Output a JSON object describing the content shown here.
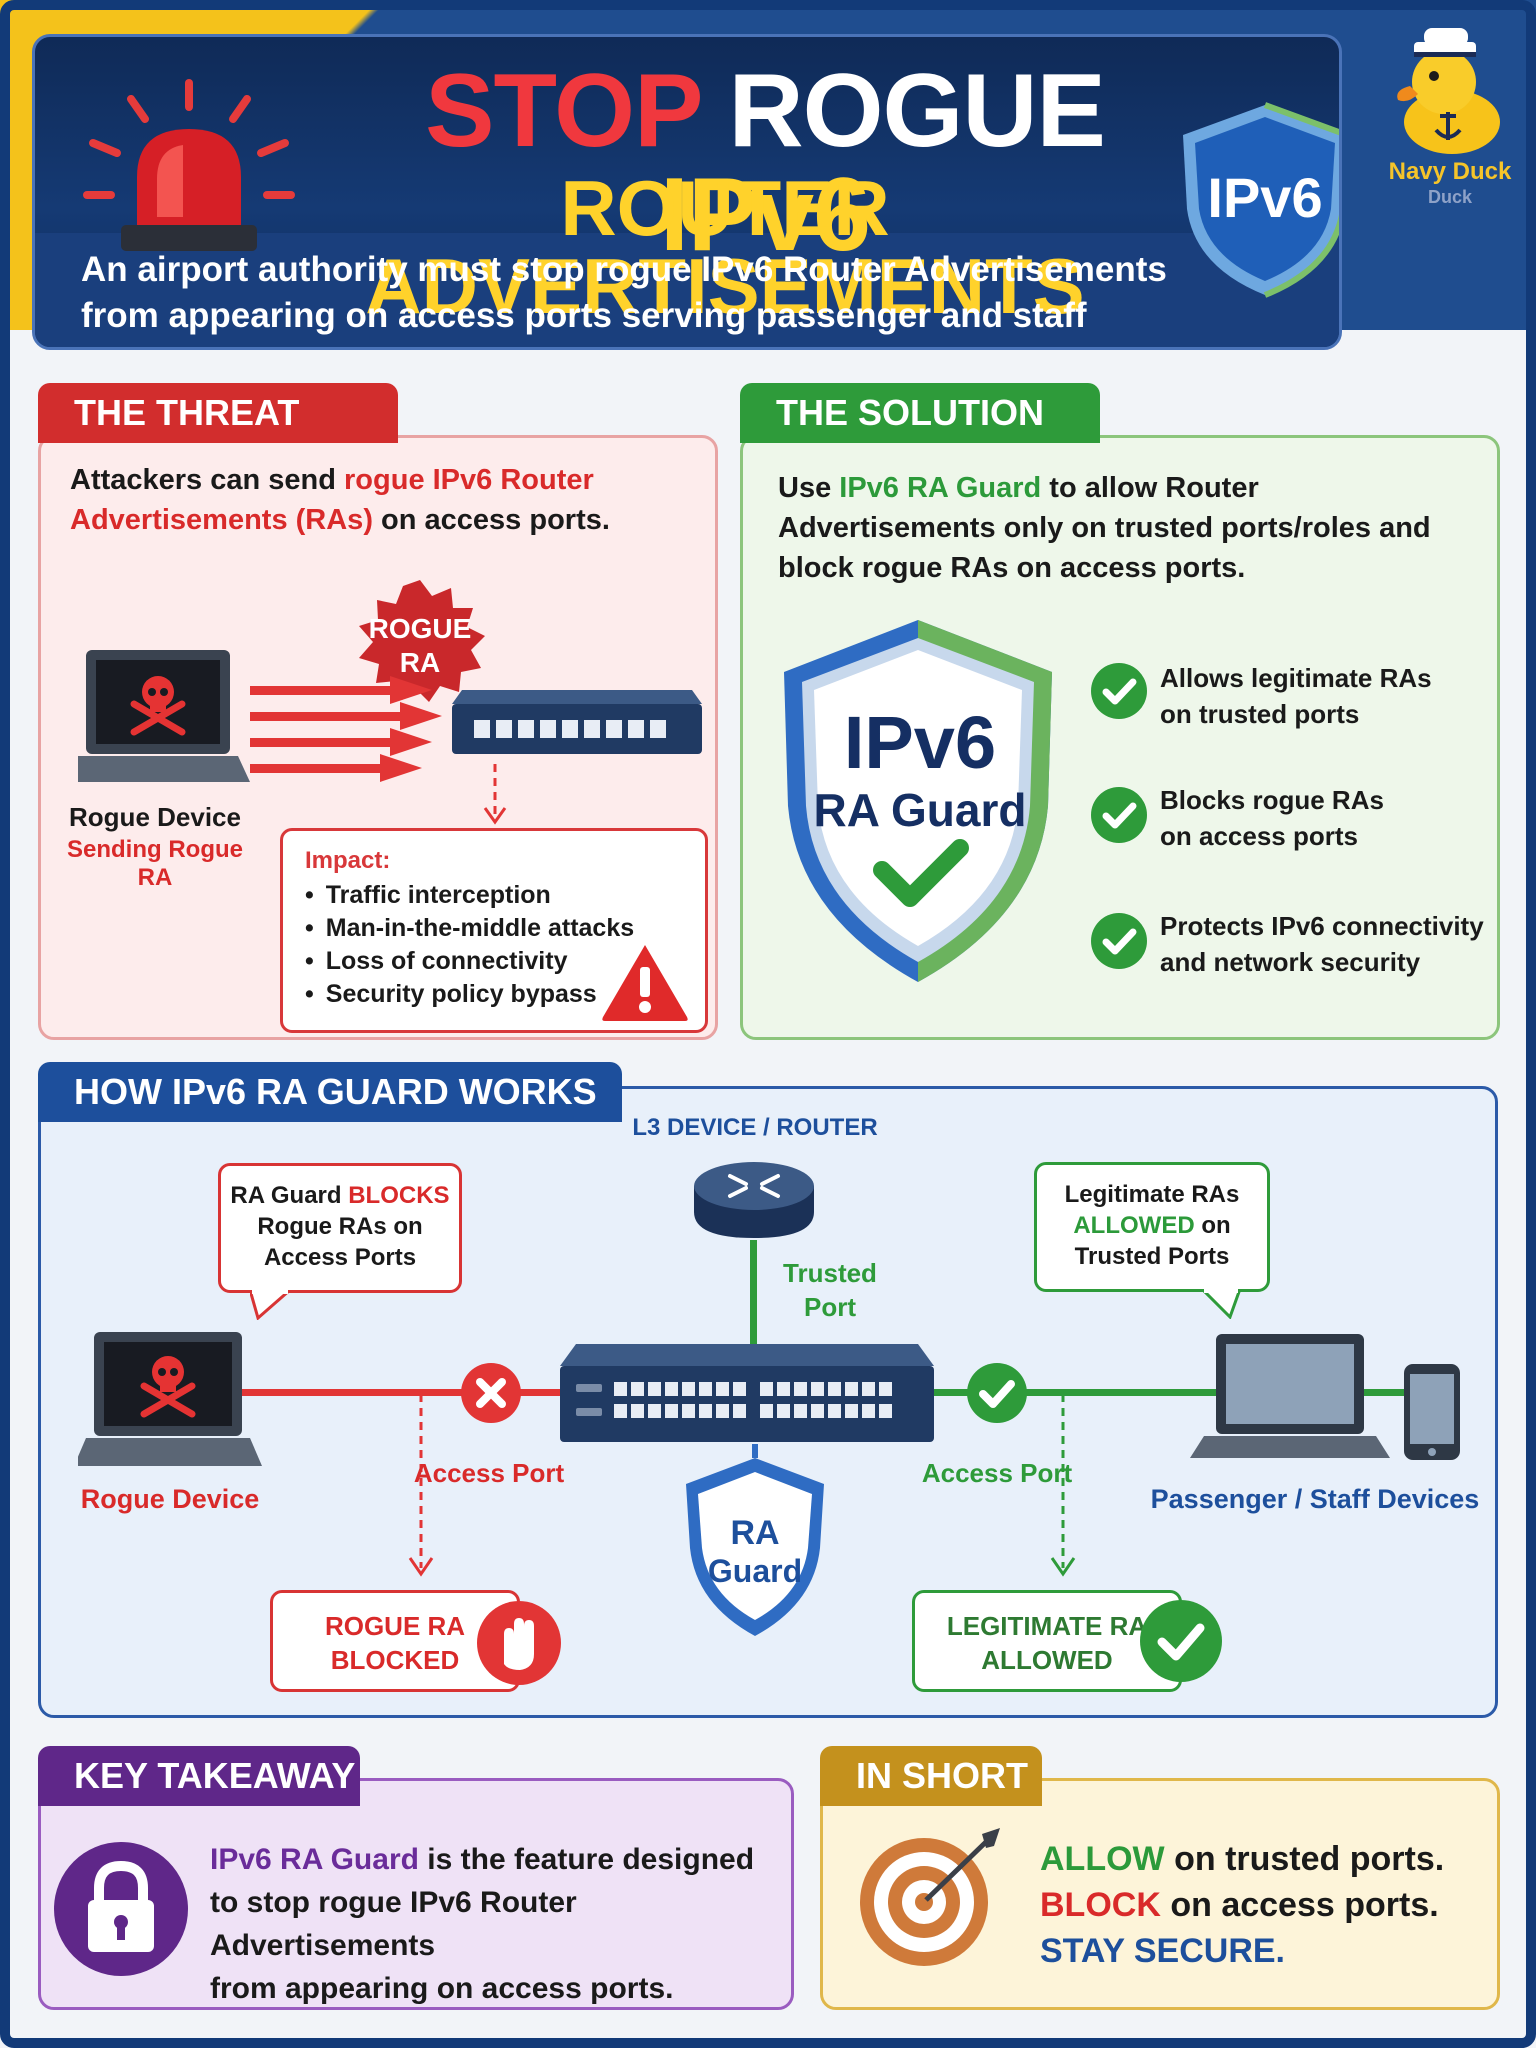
{
  "header": {
    "title_stop": "STOP",
    "title_rogue": "ROGUE",
    "title_ipv6": "IPv6",
    "title_line2": "ROUTER ADVERTISEMENTS",
    "subtitle_line1": "An airport authority must stop rogue IPv6 Router Advertisements",
    "subtitle_line2": "from appearing on access ports serving passenger and staff devices.",
    "shield_label": "IPv6"
  },
  "brand": {
    "name": "Navy Duck",
    "sub": "Duck"
  },
  "threat": {
    "tab_label": "THE THREAT",
    "text_prefix": "Attackers can send ",
    "text_highlight": "rogue IPv6 Router Advertisements (RAs)",
    "text_suffix": " on access ports.",
    "burst_line1": "ROGUE",
    "burst_line2": "RA",
    "device_label": "Rogue Device",
    "device_sublabel": "Sending Rogue RA",
    "impact_title": "Impact:",
    "impacts": [
      "Traffic interception",
      "Man-in-the-middle attacks",
      "Loss of connectivity",
      "Security policy bypass"
    ]
  },
  "solution": {
    "tab_label": "THE SOLUTION",
    "text_prefix": "Use ",
    "text_highlight": "IPv6 RA Guard",
    "text_suffix": " to allow Router Advertisements only on trusted ports/roles and block rogue RAs on access ports.",
    "shield_line1": "IPv6",
    "shield_line2": "RA Guard",
    "checks": [
      {
        "line1": "Allows legitimate RAs",
        "line2": "on trusted ports"
      },
      {
        "line1": "Blocks rogue RAs",
        "line2": "on access ports"
      },
      {
        "line1": "Protects IPv6 connectivity",
        "line2": "and network security"
      }
    ]
  },
  "how": {
    "tab_label": "HOW IPv6 RA GUARD WORKS",
    "router_label": "L3 DEVICE / ROUTER",
    "trusted_port_line1": "Trusted",
    "trusted_port_line2": "Port",
    "left_bubble_prefix": "RA Guard ",
    "left_bubble_highlight": "BLOCKS",
    "left_bubble_line2": "Rogue RAs on",
    "left_bubble_line3": "Access Ports",
    "right_bubble_line1": "Legitimate RAs",
    "right_bubble_highlight": "ALLOWED",
    "right_bubble_suffix": " on",
    "right_bubble_line3": "Trusted Ports",
    "rogue_device_label": "Rogue Device",
    "left_access_port": "Access Port",
    "right_access_port": "Access Port",
    "devices_label": "Passenger / Staff Devices",
    "guard_line1": "RA",
    "guard_line2": "Guard",
    "blocked_line1": "ROGUE RA",
    "blocked_line2": "BLOCKED",
    "allowed_line1": "LEGITIMATE RA",
    "allowed_line2": "ALLOWED"
  },
  "takeaway": {
    "tab_label": "KEY TAKEAWAY",
    "highlight": "IPv6 RA Guard",
    "text_rest1": " is the feature designed",
    "text_line2": "to stop rogue IPv6 Router Advertisements",
    "text_line3": "from appearing on access ports."
  },
  "in_short": {
    "tab_label": "IN SHORT",
    "allow_word": "ALLOW",
    "allow_rest": " on trusted ports.",
    "block_word": "BLOCK",
    "block_rest": " on access ports.",
    "stay_secure": "STAY SECURE."
  },
  "colors": {
    "threat_red": "#d22d2d",
    "solution_green": "#2e9b3a",
    "how_blue": "#1d4f9c",
    "takeaway_purple": "#5f2789",
    "short_gold": "#c4911d",
    "title_yellow": "#ffd22b"
  }
}
